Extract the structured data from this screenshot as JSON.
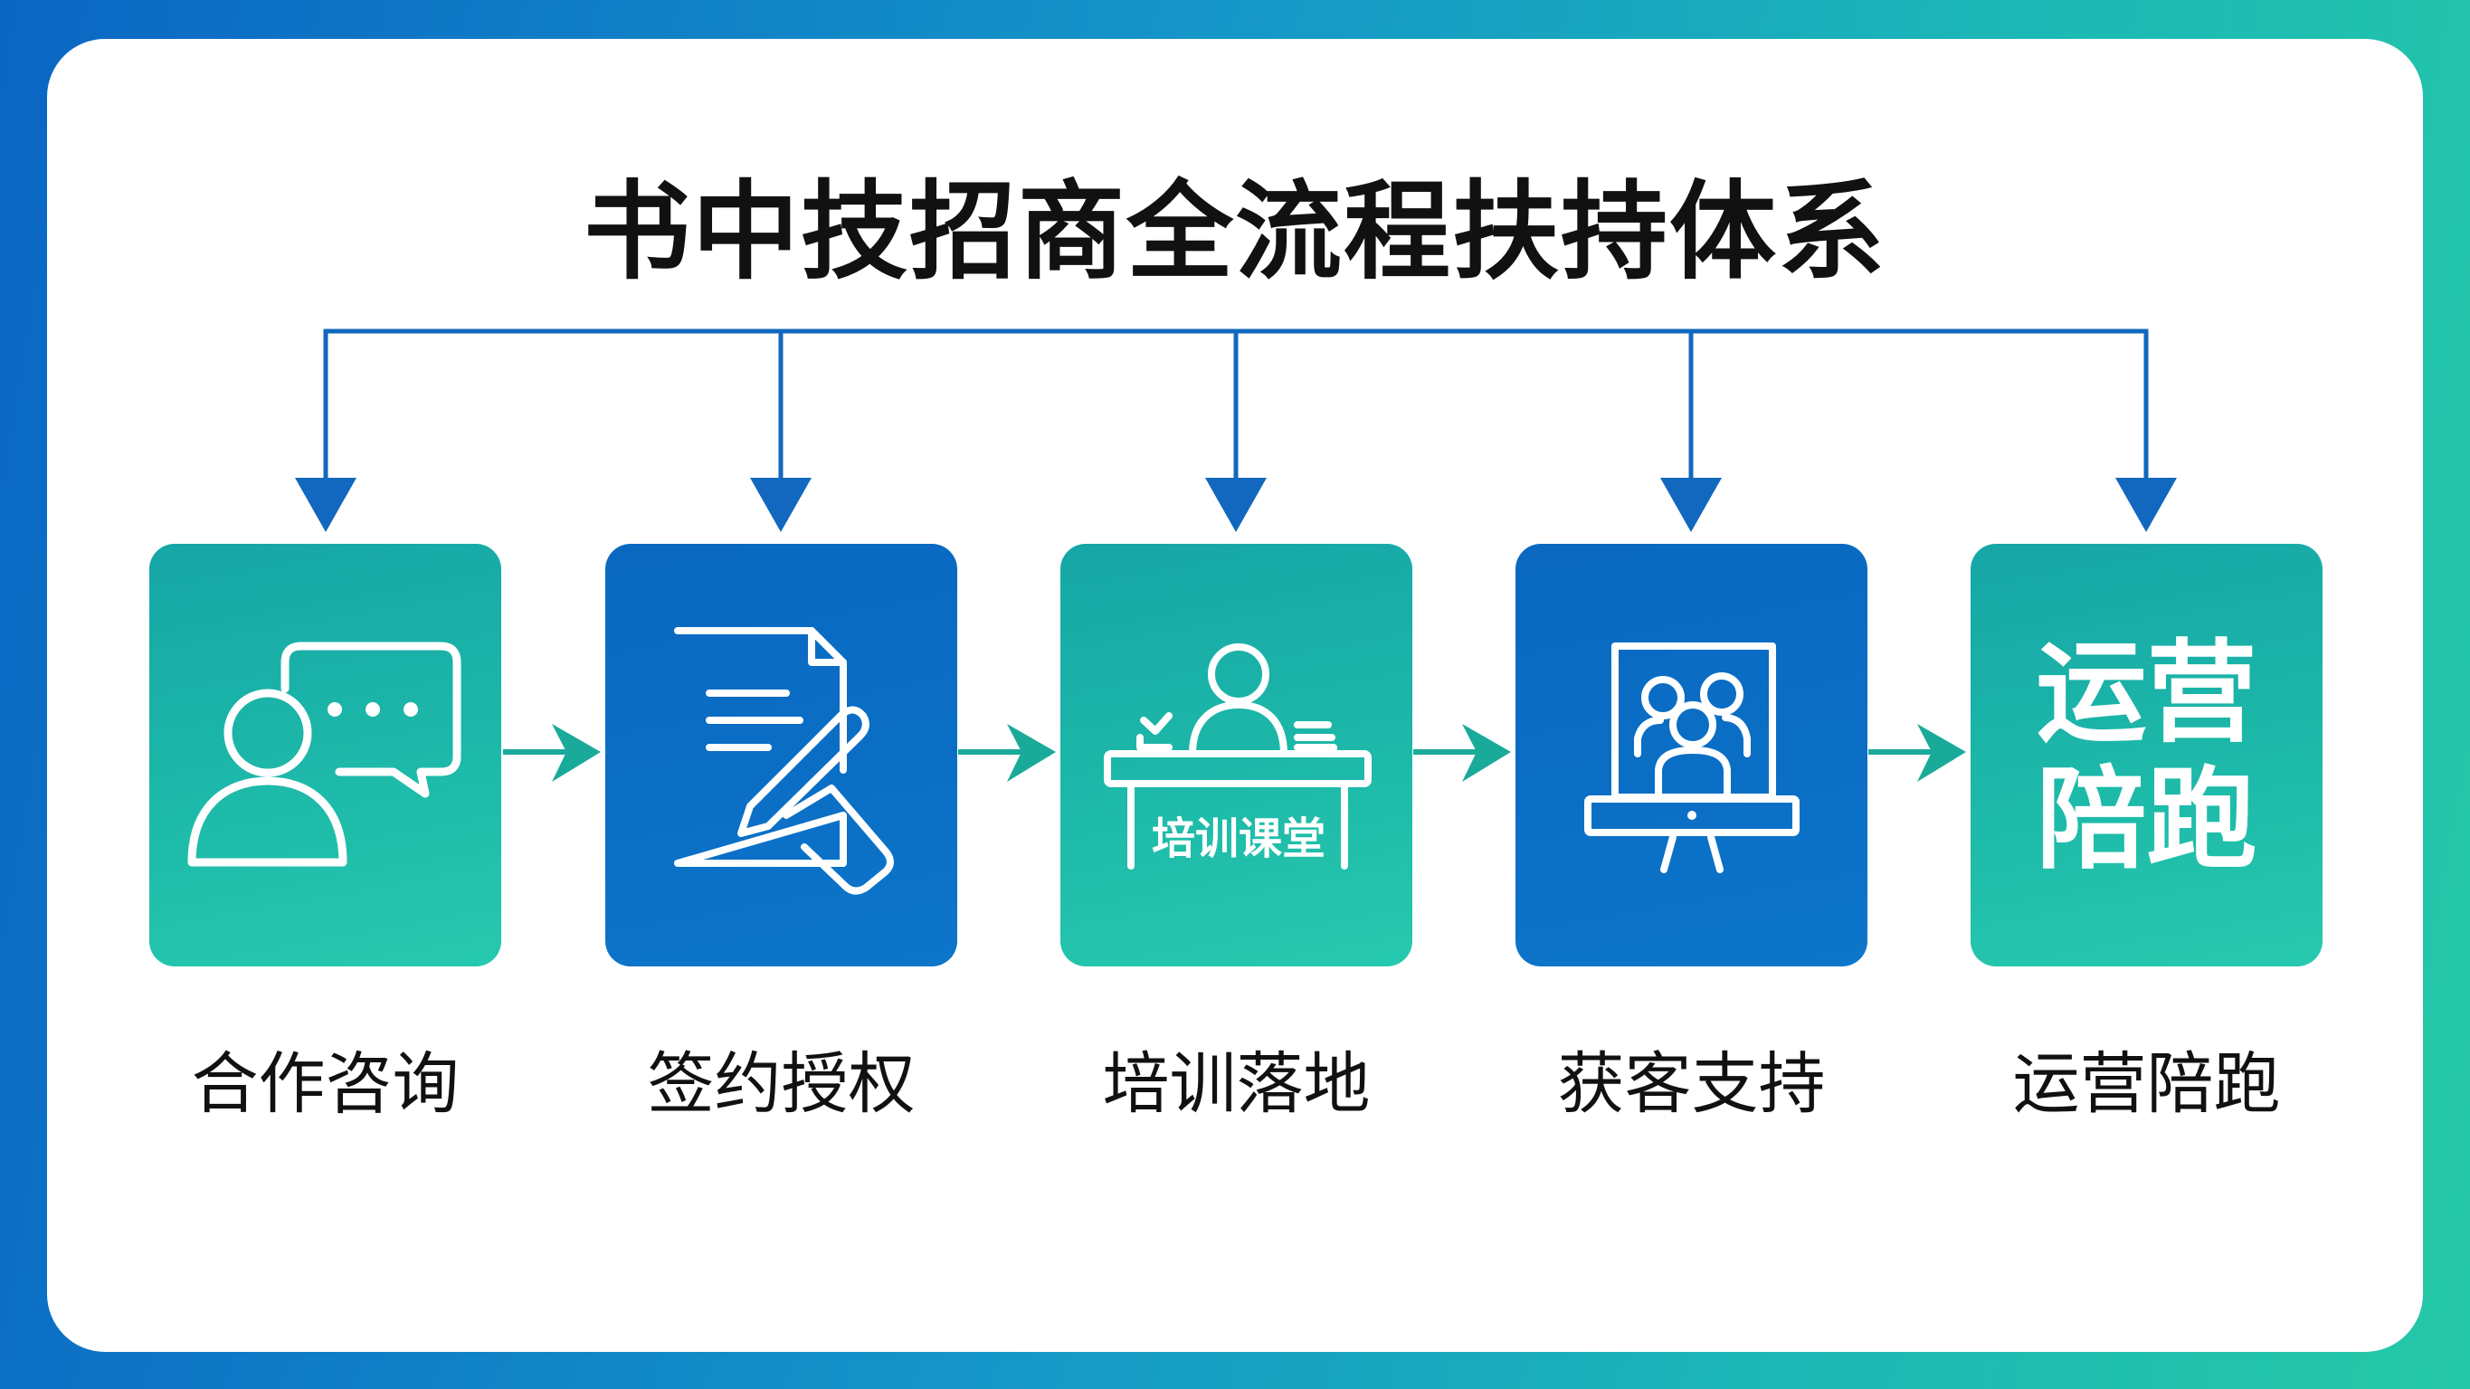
{
  "title": "书中技招商全流程扶持体系",
  "steps": [
    {
      "label": "合作咨询",
      "icon": "chat-consult-icon",
      "color": "#1db9a9"
    },
    {
      "label": "签约授权",
      "icon": "contract-sign-icon",
      "color": "#0b6fc6"
    },
    {
      "label": "培训落地",
      "icon": "training-class-icon",
      "color": "#1db9a9",
      "icon_text": "培训课堂"
    },
    {
      "label": "获客支持",
      "icon": "presentation-audience-icon",
      "color": "#0b6fc6"
    },
    {
      "label": "运营陪跑",
      "icon": "text-icon",
      "color": "#1db9a9",
      "icon_text_line1": "运营",
      "icon_text_line2": "陪跑"
    }
  ],
  "colors": {
    "connector": "#1268be",
    "flow_arrow": "#1aaa9a"
  }
}
